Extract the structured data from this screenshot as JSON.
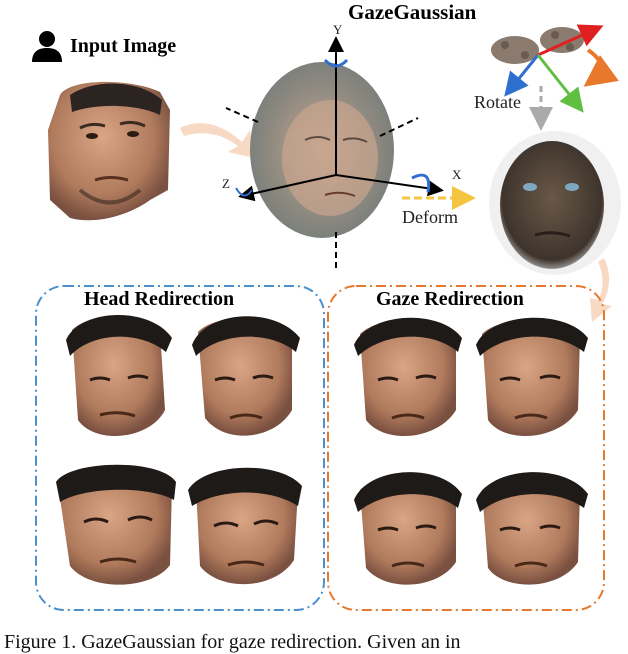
{
  "figure": {
    "main_title": "GazeGaussian",
    "input_label": "Input Image",
    "rotate_label": "Rotate",
    "deform_label": "Deform",
    "axes": {
      "x": "X",
      "y": "Y",
      "z": "Z"
    },
    "head_panel_title": "Head Redirection",
    "gaze_panel_title": "Gaze Redirection",
    "caption": "Figure 1. GazeGaussian for gaze redirection. Given an in"
  },
  "colors": {
    "head_panel_border": "#4a90d0",
    "gaze_panel_border": "#e8782c",
    "deform_arrow": "#f5c542",
    "rotate_arrow": "#e8782c",
    "flow_arrow": "#f7d9c4"
  }
}
